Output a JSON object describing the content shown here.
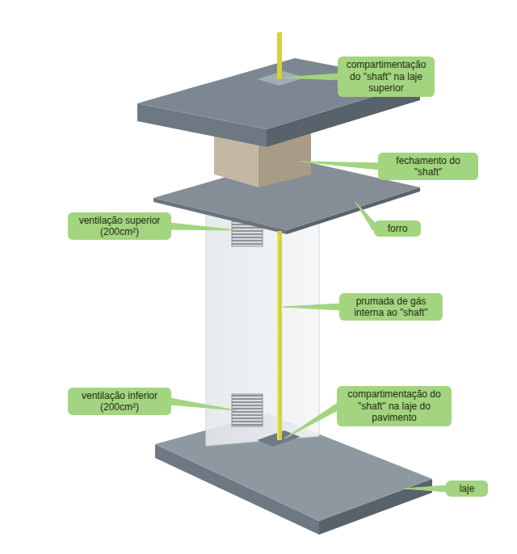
{
  "diagram": {
    "nodes": [
      {
        "text": [
          "compartimentação do \"shaft\" na laje superior"
        ]
      },
      {
        "text": [
          "fechamento do \"shaft\""
        ]
      },
      {
        "text": [
          "ventilação superior (200cm²)"
        ]
      },
      {
        "text": [
          "forro"
        ]
      },
      {
        "text": [
          "prumada de gás interna ao \"shaft\""
        ]
      },
      {
        "text": [
          "ventilação inferior (200cm²)"
        ]
      },
      {
        "text": [
          "compartimentação do \"shaft\" na laje do pavimento"
        ]
      },
      {
        "text": [
          "laje"
        ]
      }
    ]
  }
}
